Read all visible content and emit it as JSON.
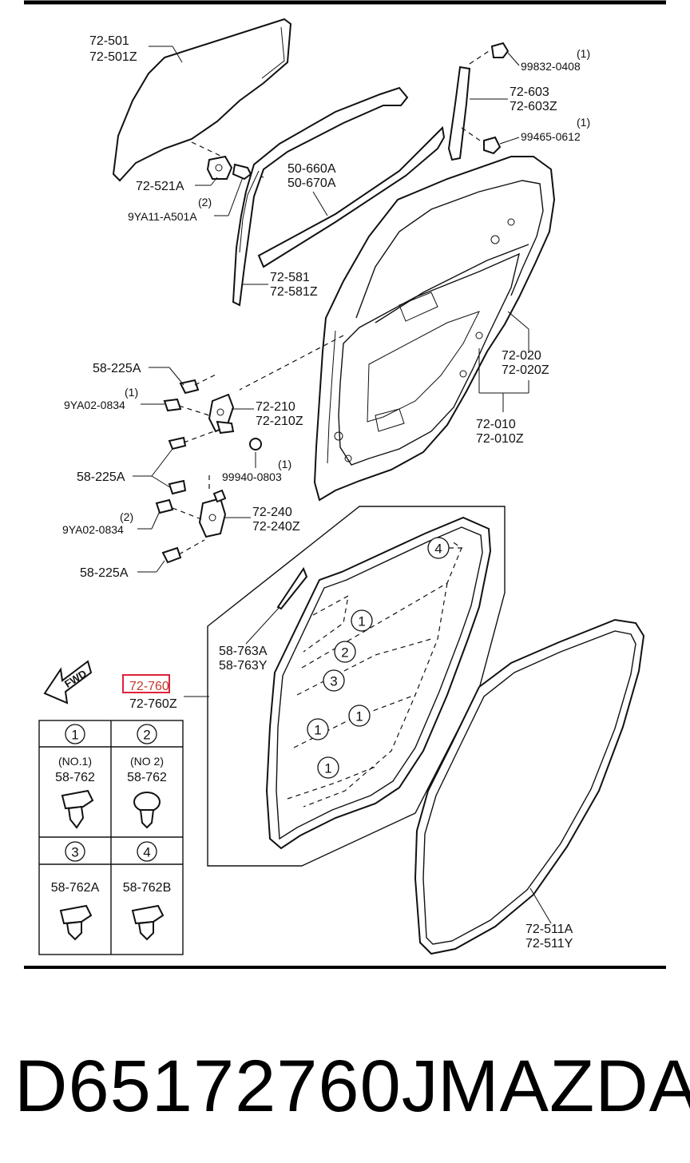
{
  "callouts": {
    "c72501": "72-501",
    "c72501z": "72-501Z",
    "c99832": "99832-0408",
    "c99832q": "(1)",
    "c72603": "72-603",
    "c72603z": "72-603Z",
    "c99465": "99465-0612",
    "c99465q": "(1)",
    "c72521a": "72-521A",
    "c9ya11": "9YA11-A501A",
    "c9ya11q": "(2)",
    "c50660a": "50-660A",
    "c50670a": "50-670A",
    "c72581": "72-581",
    "c72581z": "72-581Z",
    "c72020": "72-020",
    "c72020z": "72-020Z",
    "c72010": "72-010",
    "c72010z": "72-010Z",
    "c58225a_1": "58-225A",
    "c9ya02_1": "9YA02-0834",
    "c9ya02_1q": "(1)",
    "c72210": "72-210",
    "c72210z": "72-210Z",
    "c58225a_2": "58-225A",
    "c99940": "99940-0803",
    "c99940q": "(1)",
    "c9ya02_2": "9YA02-0834",
    "c9ya02_2q": "(2)",
    "c72240": "72-240",
    "c72240z": "72-240Z",
    "c58225a_3": "58-225A",
    "c58763a": "58-763A",
    "c58763y": "58-763Y",
    "c72760": "72-760",
    "c72760z": "72-760Z",
    "c72511a": "72-511A",
    "c72511y": "72-511Y",
    "fwd": "FWD"
  },
  "markers": {
    "m4": "4",
    "m1a": "1",
    "m2": "2",
    "m3": "3",
    "m1b": "1",
    "m1c": "1",
    "m1d": "1"
  },
  "legend": {
    "cells": [
      {
        "num": "1",
        "sub": "(NO.1)",
        "part": "58-762"
      },
      {
        "num": "2",
        "sub": "(NO 2)",
        "part": "58-762"
      },
      {
        "num": "3",
        "sub": "",
        "part": "58-762A"
      },
      {
        "num": "4",
        "sub": "",
        "part": "58-762B"
      }
    ]
  },
  "footer": {
    "part_number": "D65172760J",
    "brand": "MAZDA"
  }
}
